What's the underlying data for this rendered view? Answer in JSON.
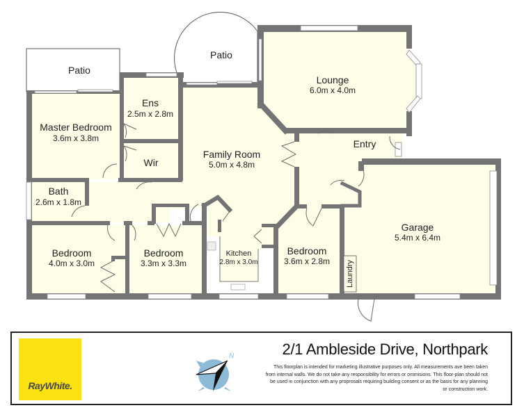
{
  "property": {
    "address": "2/1 Ambleside Drive, Northpark",
    "disclaimer": "This floorplan is intended for marketing illustrative purposes only.  All measurements ave been taken from internal walls.  We do not take any  responsibility for errors or ommisions.  This floor-plan should not be used in conjunction with any proprosals requiring building consent or as the basis for any planning or construction work."
  },
  "branding": {
    "logo_text": "RayWhite.",
    "logo_color": "#fbe10f",
    "compass_icon": "north-compass-icon",
    "compass_label": "N"
  },
  "colors": {
    "floor": "#fdfde8",
    "wall": "#747474",
    "compass_blue": "#8dbad6"
  },
  "rooms": {
    "patio_left": {
      "name": "Patio"
    },
    "patio_round": {
      "name": "Patio"
    },
    "lounge": {
      "name": "Lounge",
      "dims": "6.0m x 4.0m"
    },
    "ens": {
      "name": "Ens",
      "dims": "2.5m x 2.8m"
    },
    "master_bedroom": {
      "name": "Master Bedroom",
      "dims": "3.6m x 3.8m"
    },
    "wir": {
      "name": "Wir"
    },
    "family_room": {
      "name": "Family Room",
      "dims": "5.0m x 4.8m"
    },
    "entry": {
      "name": "Entry"
    },
    "bath": {
      "name": "Bath",
      "dims": "2.6m x 1.8m"
    },
    "bedroom_1": {
      "name": "Bedroom",
      "dims": "4.0m x 3.0m"
    },
    "bedroom_2": {
      "name": "Bedroom",
      "dims": "3.3m x 3.3m"
    },
    "kitchen": {
      "name": "Kitchen",
      "dims": "2.8m x 3.0m"
    },
    "bedroom_3": {
      "name": "Bedroom",
      "dims": "3.6m x 2.8m"
    },
    "laundry": {
      "name": "Laundry"
    },
    "garage": {
      "name": "Garage",
      "dims": "5.4m x 6.4m"
    }
  }
}
